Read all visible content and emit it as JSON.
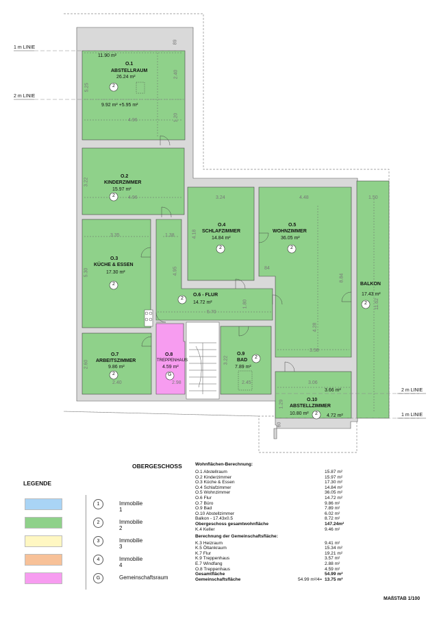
{
  "lines": {
    "one_m": "1 m LINIE",
    "two_m": "2 m LINIE"
  },
  "rooms": {
    "o1": {
      "code": "O.1",
      "name": "ABSTELLRAUM",
      "area": "26.24 m²",
      "area_top": "11.90 m²",
      "area_split": "9.92 m²   +5.95 m²",
      "badge": "2"
    },
    "o2": {
      "code": "O.2",
      "name": "KINDERZIMMER",
      "area": "15.97 m²",
      "badge": "2"
    },
    "o3": {
      "code": "O.3",
      "name": "KÜCHE & ESSEN",
      "area": "17.30 m²",
      "badge": "2"
    },
    "o4": {
      "code": "O.4",
      "name": "SCHLAFZIMMER",
      "area": "14.84 m²",
      "badge": "2"
    },
    "o5": {
      "code": "O.5",
      "name": "WOHNZIMMER",
      "area": "36.05 m²",
      "badge": "2"
    },
    "o6": {
      "code": "O.6 - FLUR",
      "area": "14.72 m²",
      "badge": "2"
    },
    "o7": {
      "code": "O.7",
      "name": "ARBEITSZIMMER",
      "area": "9.86 m²",
      "badge": "2"
    },
    "o8": {
      "code": "O.8",
      "name": "TREPPENHAUS",
      "area": "4.59 m²",
      "badge": "G"
    },
    "o9": {
      "code": "O.9",
      "name": "BAD",
      "area": "7.89 m²",
      "badge": "2"
    },
    "o10": {
      "code": "O.10",
      "name": "ABSTELLZIMMER",
      "area": "10.80 m²",
      "area_top": "3.66 m²",
      "area_bottom": "4.72 m²",
      "badge": "2"
    },
    "balkon": {
      "name": "BALKON",
      "area": "17.43 m²",
      "badge": "2"
    }
  },
  "dims": {
    "d1": "89",
    "d2": "5.25",
    "d3": "2.40",
    "d4": "4.96",
    "d5": "1.20",
    "d6": "3.22",
    "d7": "4.96",
    "d8": "3.24",
    "d9": "4.48",
    "d10": "1.50",
    "d11": "4.18",
    "d12": "3.35",
    "d13": "1.38",
    "d14": "5.30",
    "d15": "4.95",
    "d16": "84",
    "d17": "8.84",
    "d18": "11.62",
    "d19": "1.80",
    "d20": "5.70",
    "d21": "4.28",
    "d22": "2.60",
    "d23": "3.22",
    "d24": "3.58",
    "d25": "2.40",
    "d26": "2.98",
    "d27": "2.45",
    "d28": "3.06",
    "d29": "1.29",
    "d30": "60"
  },
  "heading": "OBERGESCHOSS",
  "legend": {
    "title": "LEGENDE",
    "items": [
      {
        "badge": "1",
        "label": "Immobilie 1",
        "color": "#a9d4f5"
      },
      {
        "badge": "2",
        "label": "Immobilie 2",
        "color": "#8fd18a"
      },
      {
        "badge": "3",
        "label": "Immobilie 3",
        "color": "#fff7c2"
      },
      {
        "badge": "4",
        "label": "Immobilie 4",
        "color": "#f7c198"
      },
      {
        "badge": "G",
        "label": "Gemeinschaftsraum",
        "color": "#f79cf0"
      }
    ]
  },
  "calc": {
    "title1": "Wohnflächen-Berechnung:",
    "rows1": [
      {
        "name": "O.1 Abstellraum",
        "value": "15.87 m²"
      },
      {
        "name": "O.2 Kinderzimmer",
        "value": "15.97 m²"
      },
      {
        "name": "O.3 Küche & Essen",
        "value": "17.30 m²"
      },
      {
        "name": "O.4 Schlafzimmer",
        "value": "14.84 m²"
      },
      {
        "name": "O.5 Wohnzimmer",
        "value": "36.05 m²"
      },
      {
        "name": "O.6 Flur",
        "value": "14.72 m²"
      },
      {
        "name": "O.7 Büro",
        "value": "9.86 m²"
      },
      {
        "name": "O.9 Bad",
        "value": "7.89 m²"
      },
      {
        "name": "O.10 Abstellzimmer",
        "value": "6.02 m²"
      },
      {
        "name": "Balkon - 17.43x0.5",
        "value": "8.72 m²"
      }
    ],
    "total1": {
      "name": "Obergeschoss gesamtwohnfläche",
      "value": "147.24m²"
    },
    "keller": {
      "name": "K.4 Keller",
      "value": "9.46 m²"
    },
    "title2": "Berechnung der Gemeinschaftsfläche:",
    "rows2": [
      {
        "name": "K.3 Heizraum",
        "value": "9.41 m²"
      },
      {
        "name": "K.5 Öltankraum",
        "value": "15.34 m²"
      },
      {
        "name": "K.7 Flur",
        "value": "19.21 m²"
      },
      {
        "name": "K.9 Treppenhaus",
        "value": "3.57 m²"
      },
      {
        "name": "E.7 Windfang",
        "value": "2.88 m²"
      },
      {
        "name": "O.8 Treppenhaus",
        "value": "4.59 m²"
      }
    ],
    "gesamt": {
      "name": "Gesamtfläche",
      "value": "54.99 m²"
    },
    "gemein": {
      "name": "Gemeinschaftsfläche",
      "formula": "54.99 m²/4=",
      "value": "13.75 m²"
    }
  },
  "scale": "MAßSTAB 1/100",
  "colors": {
    "green": "#8fd18a",
    "pink": "#f79cf0",
    "wall": "#d9d9d9"
  }
}
